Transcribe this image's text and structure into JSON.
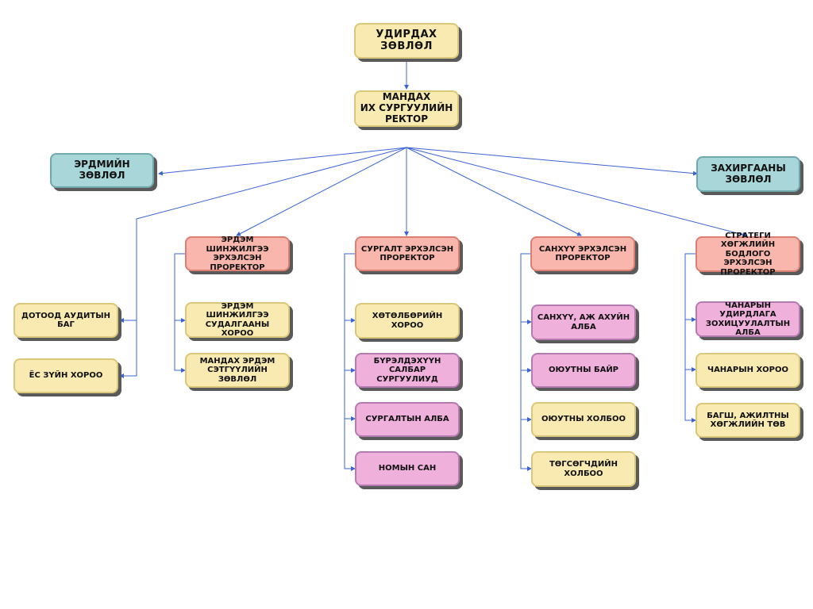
{
  "diagram": {
    "board": "УДИРДАХ\nЗӨВЛӨЛ",
    "rector": "МАНДАХ\nИХ СУРГУУЛИЙН\nРЕКТОР",
    "academic_council": "ЭРДМИЙН\nЗӨВЛӨЛ",
    "admin_council": "ЗАХИРГААНЫ\nЗӨВЛӨЛ",
    "internal_audit": "ДОТООД АУДИТЫН\nБАГ",
    "ethics_committee": "ЁС ЗҮЙН ХОРОО",
    "research_prorector": "ЭРДЭМ ШИНЖИЛГЭЭ\nЭРХЭЛСЭН ПРОРЕКТОР",
    "research_committee": "ЭРДЭМ ШИНЖИЛГЭЭ\nСУДАЛГААНЫ ХОРОО",
    "academy_council": "МАНДАХ ЭРДЭМ\nСЭТГҮҮЛИЙН ЗӨВЛӨЛ",
    "academic_prorector": "СУРГАЛТ ЭРХЭЛСЭН\nПРОРЕКТОР",
    "curriculum_committee": "ХӨТӨЛБӨРИЙН\nХОРОО",
    "branch_schools": "БҮРЭЛДЭХҮҮН САЛБАР\nСУРГУУЛИУД",
    "education_office": "СУРГАЛТЫН АЛБА",
    "library": "НОМЫН САН",
    "finance_prorector": "САНХҮҮ ЭРХЭЛСЭН\nПРОРЕКТОР",
    "finance_office": "САНХҮҮ, АЖ АХУЙН\nАЛБА",
    "dormitory": "ОЮУТНЫ БАЙР",
    "student_union": "ОЮУТНЫ ХОЛБОО",
    "alumni_union": "ТӨГСӨГЧДИЙН\nХОЛБОО",
    "strategy_prorector": "СТРАТЕГИ ХӨГЖЛИЙН\nБОДЛОГО ЭРХЭЛСЭН\nПРОРЕКТОР",
    "quality_office": "ЧАНАРЫН УДИРДЛАГА\nЗОХИЦУУЛАЛТЫН\nАЛБА",
    "quality_committee": "ЧАНАРЫН ХОРОО",
    "staff_center": "БАГШ, АЖИЛТНЫ\nХӨГЖЛИЙН ТӨВ"
  },
  "colors": {
    "line": "#3b63d6",
    "yellow": "#f8eab0",
    "teal": "#a9d6d8",
    "salmon": "#f9b6ad",
    "pink": "#f0b0dc",
    "shadow": "#5a5a5a"
  }
}
